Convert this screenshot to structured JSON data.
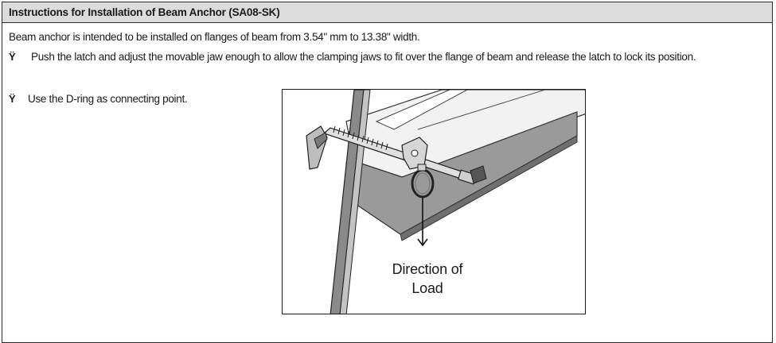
{
  "section": {
    "title": "Instructions for Installation of Beam Anchor (SA08-SK)",
    "intro": "Beam anchor is intended to be installed on flanges of beam from 3.54\" mm to 13.38\" width."
  },
  "bullets": [
    {
      "mark": "Ÿ",
      "text": "Push the latch and adjust the movable jaw enough to allow the clamping jaws to fit over the flange of beam and release the latch to lock its position."
    },
    {
      "mark": "Ÿ",
      "text": "Use the D-ring as connecting point."
    }
  ],
  "figure": {
    "caption_line1": "Direction of",
    "caption_line2": "Load",
    "illustration": "beam-anchor-illustration"
  }
}
